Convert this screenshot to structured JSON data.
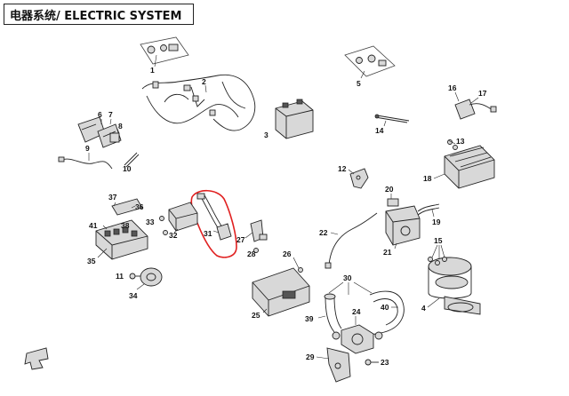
{
  "title": "电器系统/ ELECTRIC SYSTEM",
  "callouts": [
    "1",
    "2",
    "3",
    "4",
    "5",
    "6",
    "7",
    "8",
    "9",
    "10",
    "11",
    "12",
    "13",
    "14",
    "15",
    "16",
    "17",
    "18",
    "19",
    "20",
    "21",
    "22",
    "23",
    "24",
    "25",
    "26",
    "27",
    "28",
    "29",
    "30",
    "31",
    "32",
    "33",
    "34",
    "35",
    "36",
    "37",
    "38",
    "39",
    "40",
    "41"
  ],
  "colors": {
    "line": "#222222",
    "highlight": "#e02020",
    "fill": "#d8d8d8"
  },
  "icons": [
    "arrow-icon"
  ]
}
